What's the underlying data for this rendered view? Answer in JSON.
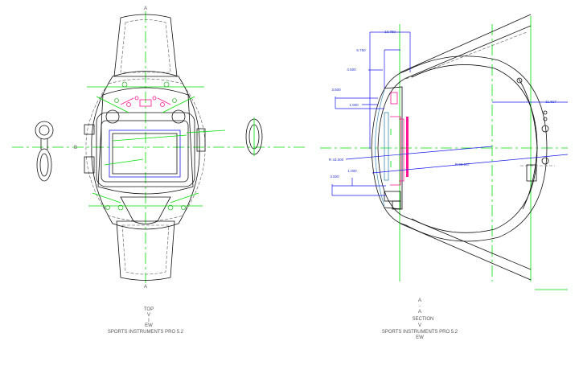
{
  "drawing": {
    "colors": {
      "geometry": "#111111",
      "centerlines": "#00dd00",
      "dimensions": "#1a1aee",
      "internal": "#ff1493"
    },
    "top_view": {
      "section_marker_top": "A",
      "section_marker_bottom": "A",
      "section_marker_side": "B",
      "caption_lines": [
        "TOP",
        "V",
        "I",
        "EW"
      ],
      "product": "SPORTS INSTRUMENTS  PRO 5.2"
    },
    "section_view": {
      "caption_lines": [
        "A",
        "-",
        "A",
        "SECTION",
        "V"
      ],
      "product": "SPORTS INSTRUMENTS  PRO 5.2",
      "caption_tail": "EW",
      "dimensions": [
        "13.750",
        "6.750",
        "4.500",
        "3.500",
        "1.000",
        "R 43.000",
        "R 99.067",
        "1.000",
        "3.500",
        "11.817"
      ]
    }
  }
}
